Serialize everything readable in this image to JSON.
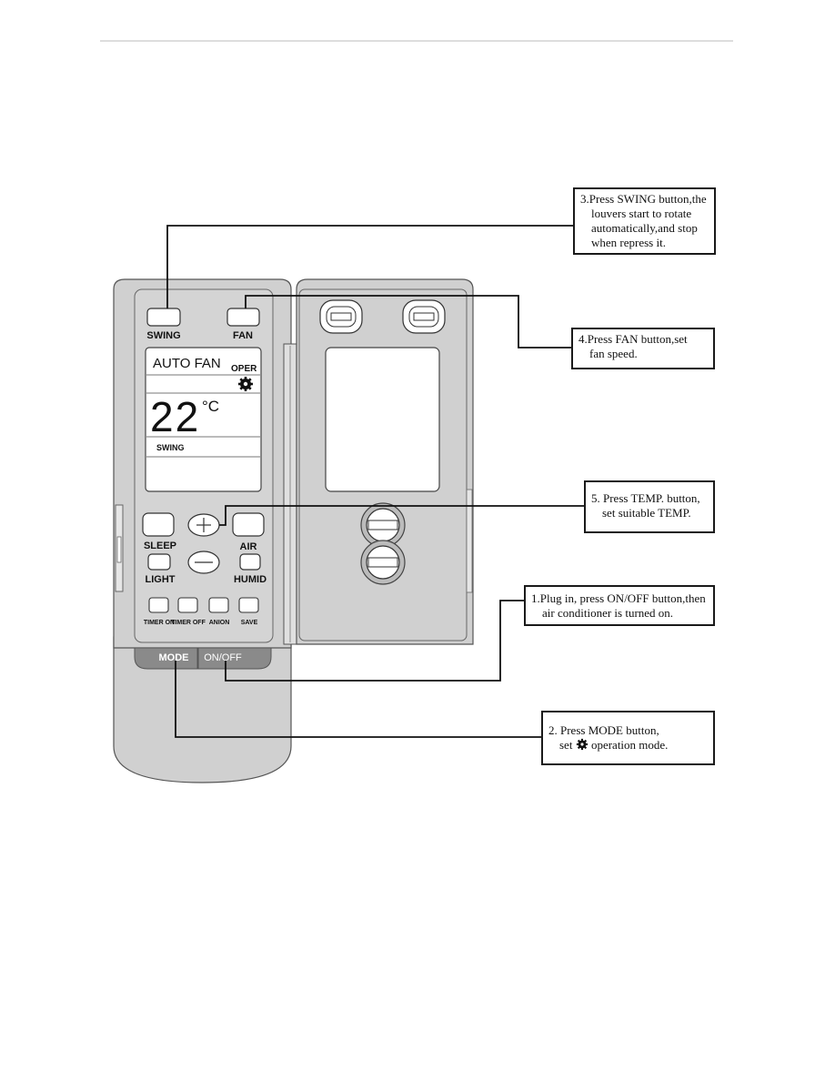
{
  "remote": {
    "buttons": {
      "swing": "SWING",
      "fan": "FAN",
      "sleep": "SLEEP",
      "air": "AIR",
      "light": "LIGHT",
      "humid": "HUMID",
      "timer_on": "TIMER ON",
      "timer_off": "TIMER OFF",
      "anion": "ANION",
      "save": "SAVE",
      "mode": "MODE",
      "on_off": "ON/OFF"
    },
    "display": {
      "fan_mode": "AUTO FAN",
      "oper": "OPER",
      "temperature": "22",
      "unit": "°C",
      "swing": "SWING"
    }
  },
  "callouts": {
    "swing": [
      "3.Press SWING button,the",
      "louvers start to rotate",
      "automatically,and stop",
      "when repress it."
    ],
    "fan": [
      "4.Press FAN button,set",
      "fan speed."
    ],
    "temp": [
      "5. Press TEMP. button,",
      "set suitable TEMP."
    ],
    "onoff": [
      "1.Plug in, press ON/OFF button,then",
      "air conditioner is turned on."
    ],
    "mode": {
      "line1": "2. Press MODE button,",
      "line2_pre": "set",
      "line2_post": "operation mode."
    }
  }
}
